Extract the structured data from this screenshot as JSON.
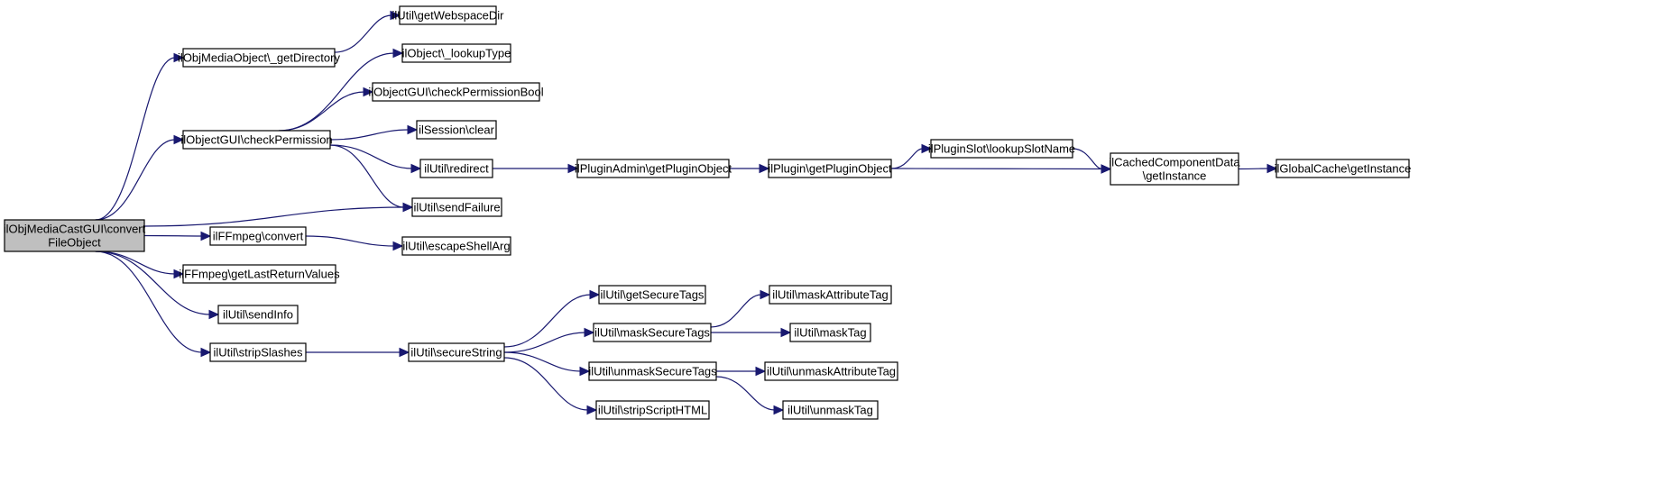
{
  "graph": {
    "edge_color": "#191970",
    "root_fill": "#bfbfbf",
    "nodes": [
      {
        "id": "root",
        "label": [
          "ilObjMediaCastGUI\\convert",
          "FileObject"
        ],
        "root": true
      },
      {
        "id": "getDirectory",
        "label": [
          "ilObjMediaObject\\_getDirectory"
        ]
      },
      {
        "id": "getWebspaceDir",
        "label": [
          "ilUtil\\getWebspaceDir"
        ]
      },
      {
        "id": "checkPermission",
        "label": [
          "ilObjectGUI\\checkPermission"
        ]
      },
      {
        "id": "lookupType",
        "label": [
          "ilObject\\_lookupType"
        ]
      },
      {
        "id": "checkPermissionBool",
        "label": [
          "ilObjectGUI\\checkPermissionBool"
        ]
      },
      {
        "id": "sessionClear",
        "label": [
          "ilSession\\clear"
        ]
      },
      {
        "id": "redirect",
        "label": [
          "ilUtil\\redirect"
        ]
      },
      {
        "id": "sendFailure",
        "label": [
          "ilUtil\\sendFailure"
        ]
      },
      {
        "id": "pluginAdminGet",
        "label": [
          "ilPluginAdmin\\getPluginObject"
        ]
      },
      {
        "id": "pluginGet",
        "label": [
          "ilPlugin\\getPluginObject"
        ]
      },
      {
        "id": "lookupSlotName",
        "label": [
          "ilPluginSlot\\lookupSlotName"
        ]
      },
      {
        "id": "cachedGetInstance",
        "label": [
          "ilCachedComponentData",
          "\\getInstance"
        ]
      },
      {
        "id": "globalCacheGetInstance",
        "label": [
          "ilGlobalCache\\getInstance"
        ]
      },
      {
        "id": "ffmpegConvert",
        "label": [
          "ilFFmpeg\\convert"
        ]
      },
      {
        "id": "escapeShellArg",
        "label": [
          "ilUtil\\escapeShellArg"
        ]
      },
      {
        "id": "getLastReturnValues",
        "label": [
          "ilFFmpeg\\getLastReturnValues"
        ]
      },
      {
        "id": "sendInfo",
        "label": [
          "ilUtil\\sendInfo"
        ]
      },
      {
        "id": "stripSlashes",
        "label": [
          "ilUtil\\stripSlashes"
        ]
      },
      {
        "id": "secureString",
        "label": [
          "ilUtil\\secureString"
        ]
      },
      {
        "id": "getSecureTags",
        "label": [
          "ilUtil\\getSecureTags"
        ]
      },
      {
        "id": "maskSecureTags",
        "label": [
          "ilUtil\\maskSecureTags"
        ]
      },
      {
        "id": "unmaskSecureTags",
        "label": [
          "ilUtil\\unmaskSecureTags"
        ]
      },
      {
        "id": "stripScriptHTML",
        "label": [
          "ilUtil\\stripScriptHTML"
        ]
      },
      {
        "id": "maskAttributeTag",
        "label": [
          "ilUtil\\maskAttributeTag"
        ]
      },
      {
        "id": "maskTag",
        "label": [
          "ilUtil\\maskTag"
        ]
      },
      {
        "id": "unmaskAttributeTag",
        "label": [
          "ilUtil\\unmaskAttributeTag"
        ]
      },
      {
        "id": "unmaskTag",
        "label": [
          "ilUtil\\unmaskTag"
        ]
      }
    ],
    "edges": [
      [
        "root",
        "getDirectory"
      ],
      [
        "getDirectory",
        "getWebspaceDir"
      ],
      [
        "root",
        "checkPermission"
      ],
      [
        "checkPermission",
        "lookupType"
      ],
      [
        "checkPermission",
        "checkPermissionBool"
      ],
      [
        "checkPermission",
        "sessionClear"
      ],
      [
        "checkPermission",
        "redirect"
      ],
      [
        "checkPermission",
        "sendFailure"
      ],
      [
        "redirect",
        "pluginAdminGet"
      ],
      [
        "pluginAdminGet",
        "pluginGet"
      ],
      [
        "pluginGet",
        "lookupSlotName"
      ],
      [
        "pluginGet",
        "cachedGetInstance"
      ],
      [
        "lookupSlotName",
        "cachedGetInstance"
      ],
      [
        "cachedGetInstance",
        "globalCacheGetInstance"
      ],
      [
        "root",
        "sendFailure"
      ],
      [
        "root",
        "ffmpegConvert"
      ],
      [
        "ffmpegConvert",
        "escapeShellArg"
      ],
      [
        "root",
        "getLastReturnValues"
      ],
      [
        "root",
        "sendInfo"
      ],
      [
        "root",
        "stripSlashes"
      ],
      [
        "stripSlashes",
        "secureString"
      ],
      [
        "secureString",
        "getSecureTags"
      ],
      [
        "secureString",
        "maskSecureTags"
      ],
      [
        "secureString",
        "unmaskSecureTags"
      ],
      [
        "secureString",
        "stripScriptHTML"
      ],
      [
        "maskSecureTags",
        "maskAttributeTag"
      ],
      [
        "maskSecureTags",
        "maskTag"
      ],
      [
        "unmaskSecureTags",
        "unmaskAttributeTag"
      ],
      [
        "unmaskSecureTags",
        "unmaskTag"
      ]
    ]
  }
}
